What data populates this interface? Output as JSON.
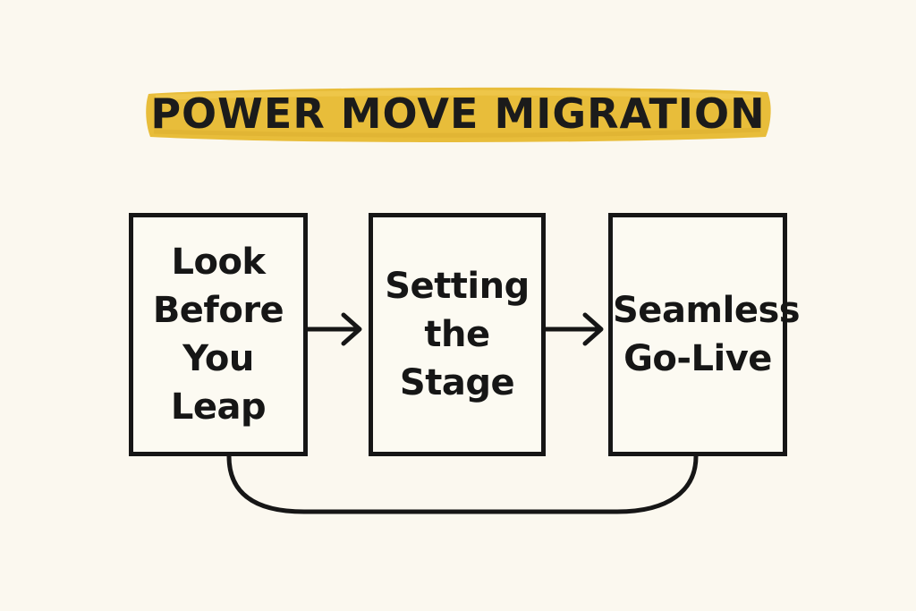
{
  "title": "POWER MOVE MIGRATION",
  "colors": {
    "background": "#fbf8ef",
    "title_highlight": "#e8bd3a",
    "ink": "#161616"
  },
  "steps": [
    {
      "label": "Look Before You Leap"
    },
    {
      "label": "Setting the Stage"
    },
    {
      "label": "Seamless Go-Live"
    }
  ]
}
